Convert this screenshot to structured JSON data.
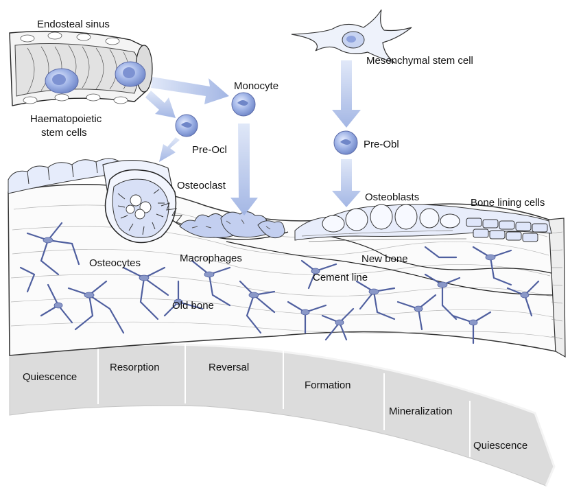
{
  "labels": {
    "endosteal_sinus": "Endosteal sinus",
    "haematopoietic_1": "Haematopoietic",
    "haematopoietic_2": "stem cells",
    "mesenchymal": "Mesenchymal stem cell",
    "monocyte": "Monocyte",
    "pre_ocl": "Pre-Ocl",
    "pre_obl": "Pre-Obl",
    "osteoclast": "Osteoclast",
    "osteoblasts": "Osteoblasts",
    "bone_lining": "Bone lining cells",
    "osteocytes": "Osteocytes",
    "macrophages": "Macrophages",
    "new_bone": "New bone",
    "cement_line": "Cement line",
    "old_bone": "Old bone"
  },
  "phases": [
    "Quiescence",
    "Resorption",
    "Reversal",
    "Formation",
    "Mineralization",
    "Quiescence"
  ],
  "colors": {
    "arrow": "#a9bde6",
    "cell": "#8fa6de",
    "network": "#5a6aa8",
    "band": "#d9d9d9",
    "outline": "#333333"
  }
}
